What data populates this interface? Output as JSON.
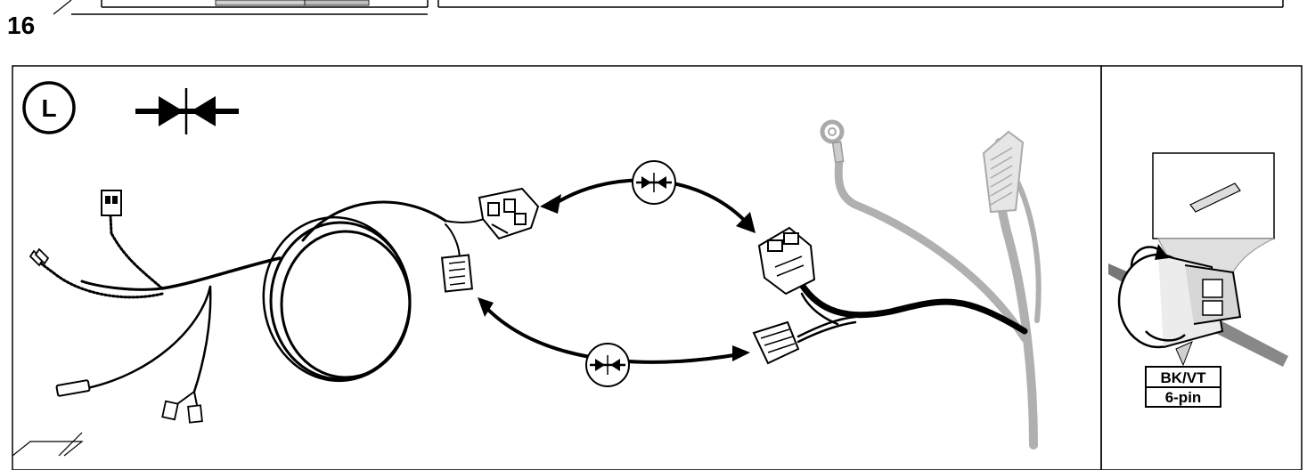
{
  "page": {
    "step_number": "16",
    "side_marker": "L"
  },
  "callout": {
    "wire_color": "BK/VT",
    "connector_type": "6-pin"
  },
  "colors": {
    "line": "#000000",
    "harness_gray": "#aaaaaa",
    "panel_gray": "#c8c8c8",
    "background": "#ffffff"
  },
  "icons": {
    "connect_symbol": "connect-arrows-icon",
    "side_symbol": "circled-letter-icon"
  }
}
